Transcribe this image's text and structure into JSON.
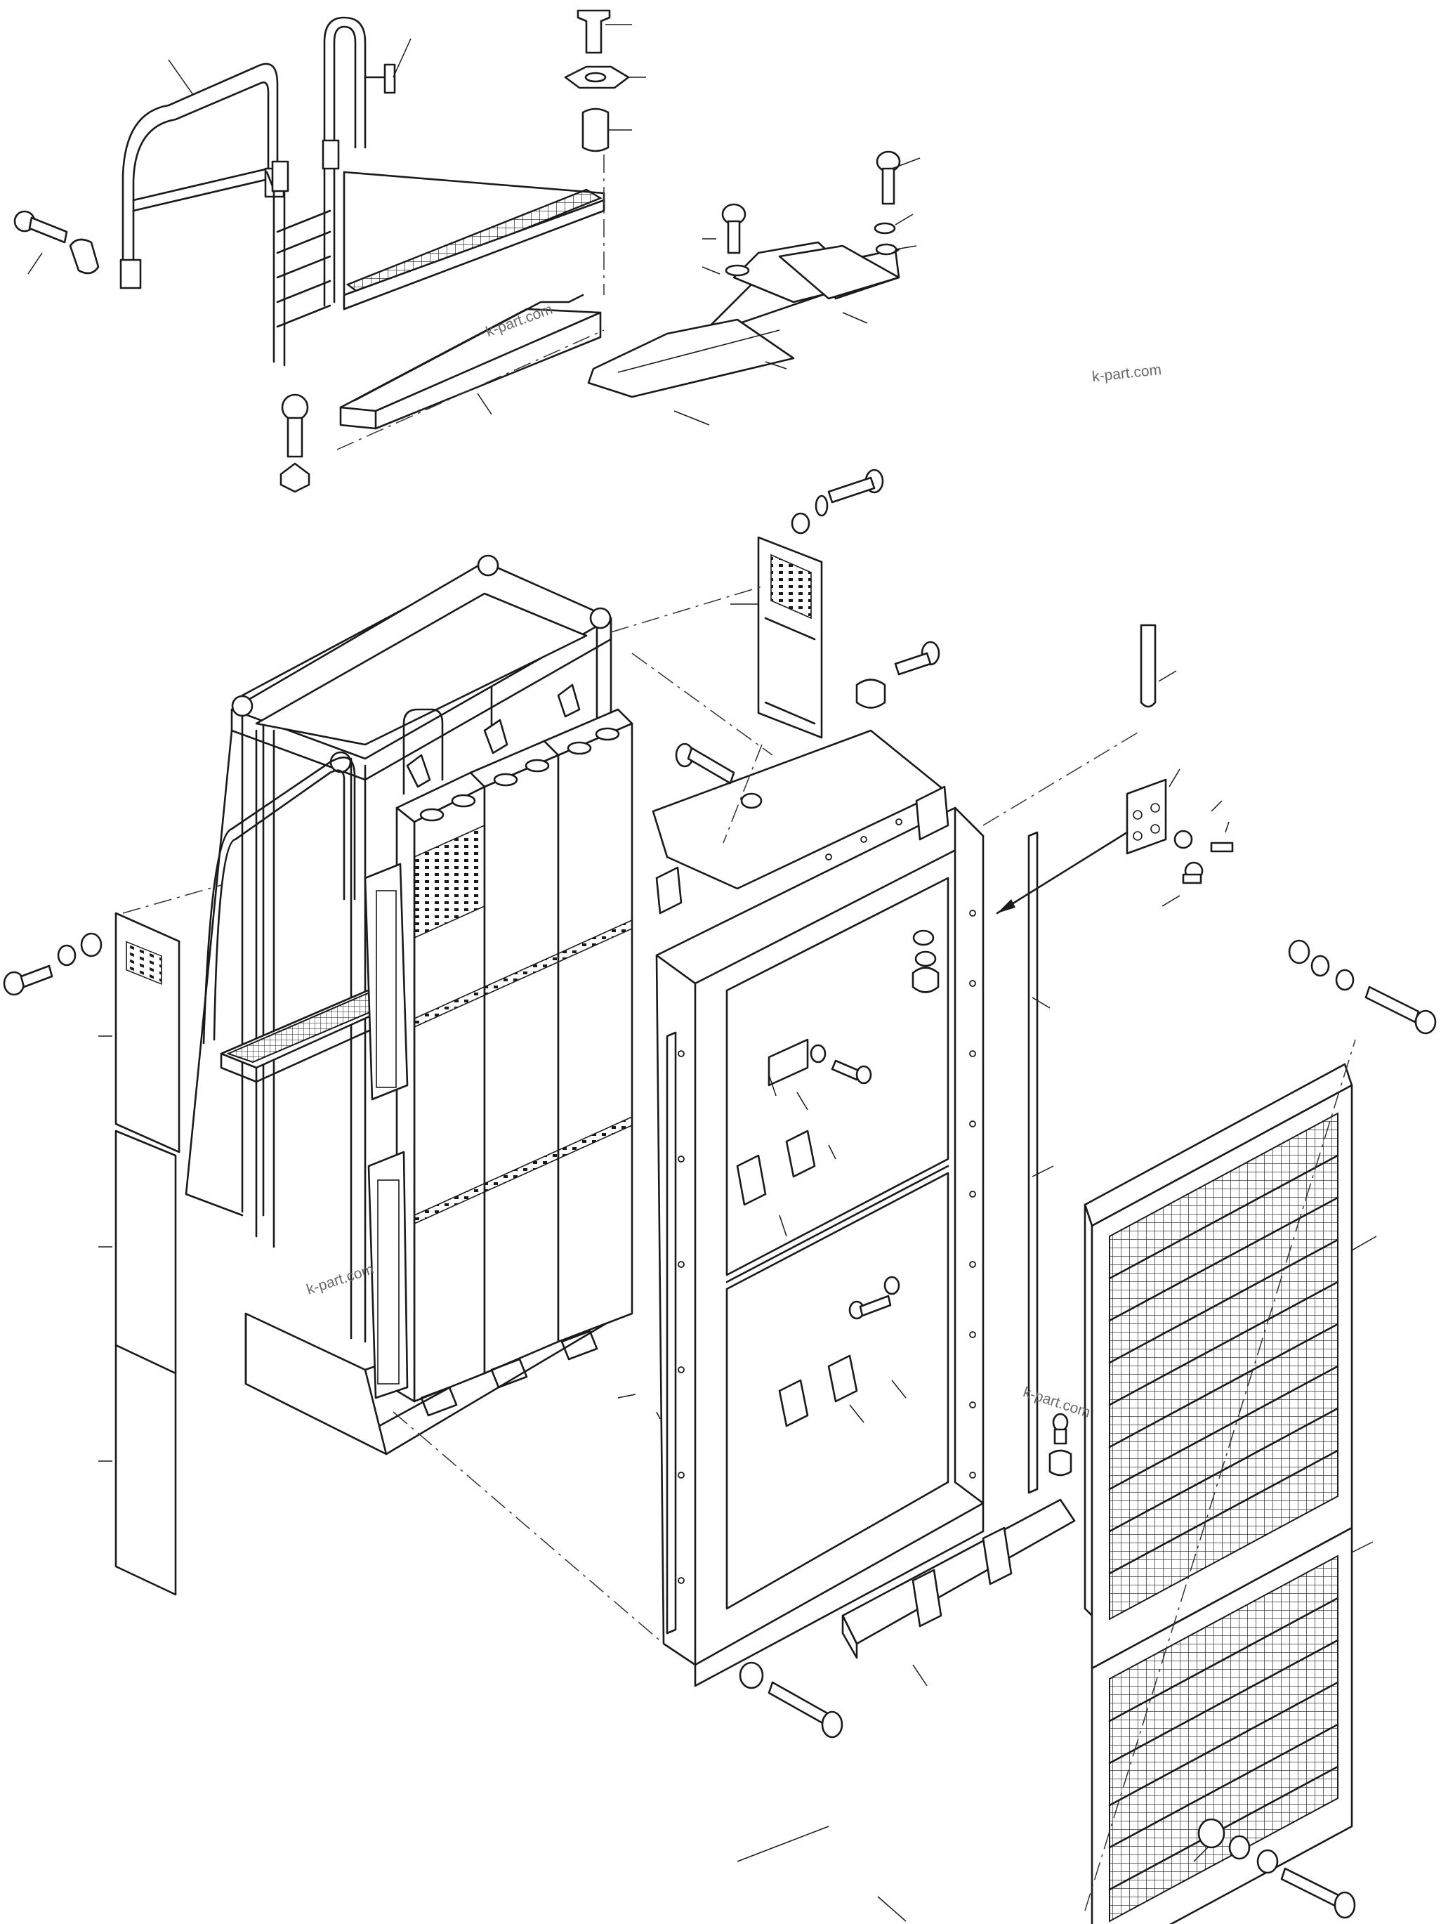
{
  "diagram": {
    "watermark_text": "k-part.com",
    "line_color": "#1a1a1a",
    "background": "#ffffff",
    "parts": [
      "handrail",
      "ladder",
      "grating-walkway",
      "walkway-tray",
      "cover-plates",
      "top-pin-assembly",
      "resistor-frame",
      "resistor-grid-stacks",
      "side-panels-left",
      "side-panel-upper-right",
      "rear-door-frame",
      "hinge-bracket",
      "grille-panel",
      "bottom-brackets",
      "fasteners"
    ]
  }
}
